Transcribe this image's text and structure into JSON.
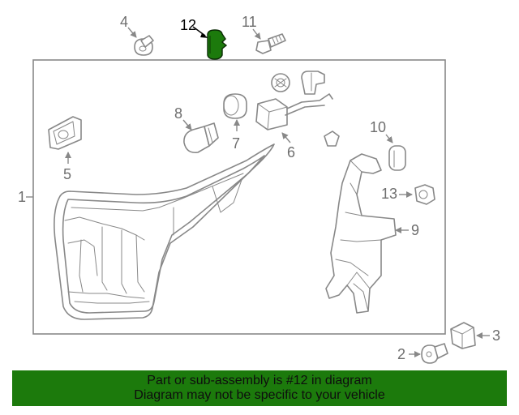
{
  "diagram": {
    "highlight_color": "#1c7a0c",
    "part_labels": {
      "p1": "1",
      "p2": "2",
      "p3": "3",
      "p4": "4",
      "p5": "5",
      "p6": "6",
      "p7": "7",
      "p8": "8",
      "p9": "9",
      "p10": "10",
      "p11": "11",
      "p12": "12",
      "p13": "13"
    }
  },
  "banner": {
    "line1": "Part or sub-assembly is #12 in diagram",
    "line2": "Diagram may not be specific to your vehicle",
    "background": "#1c7a0c"
  }
}
